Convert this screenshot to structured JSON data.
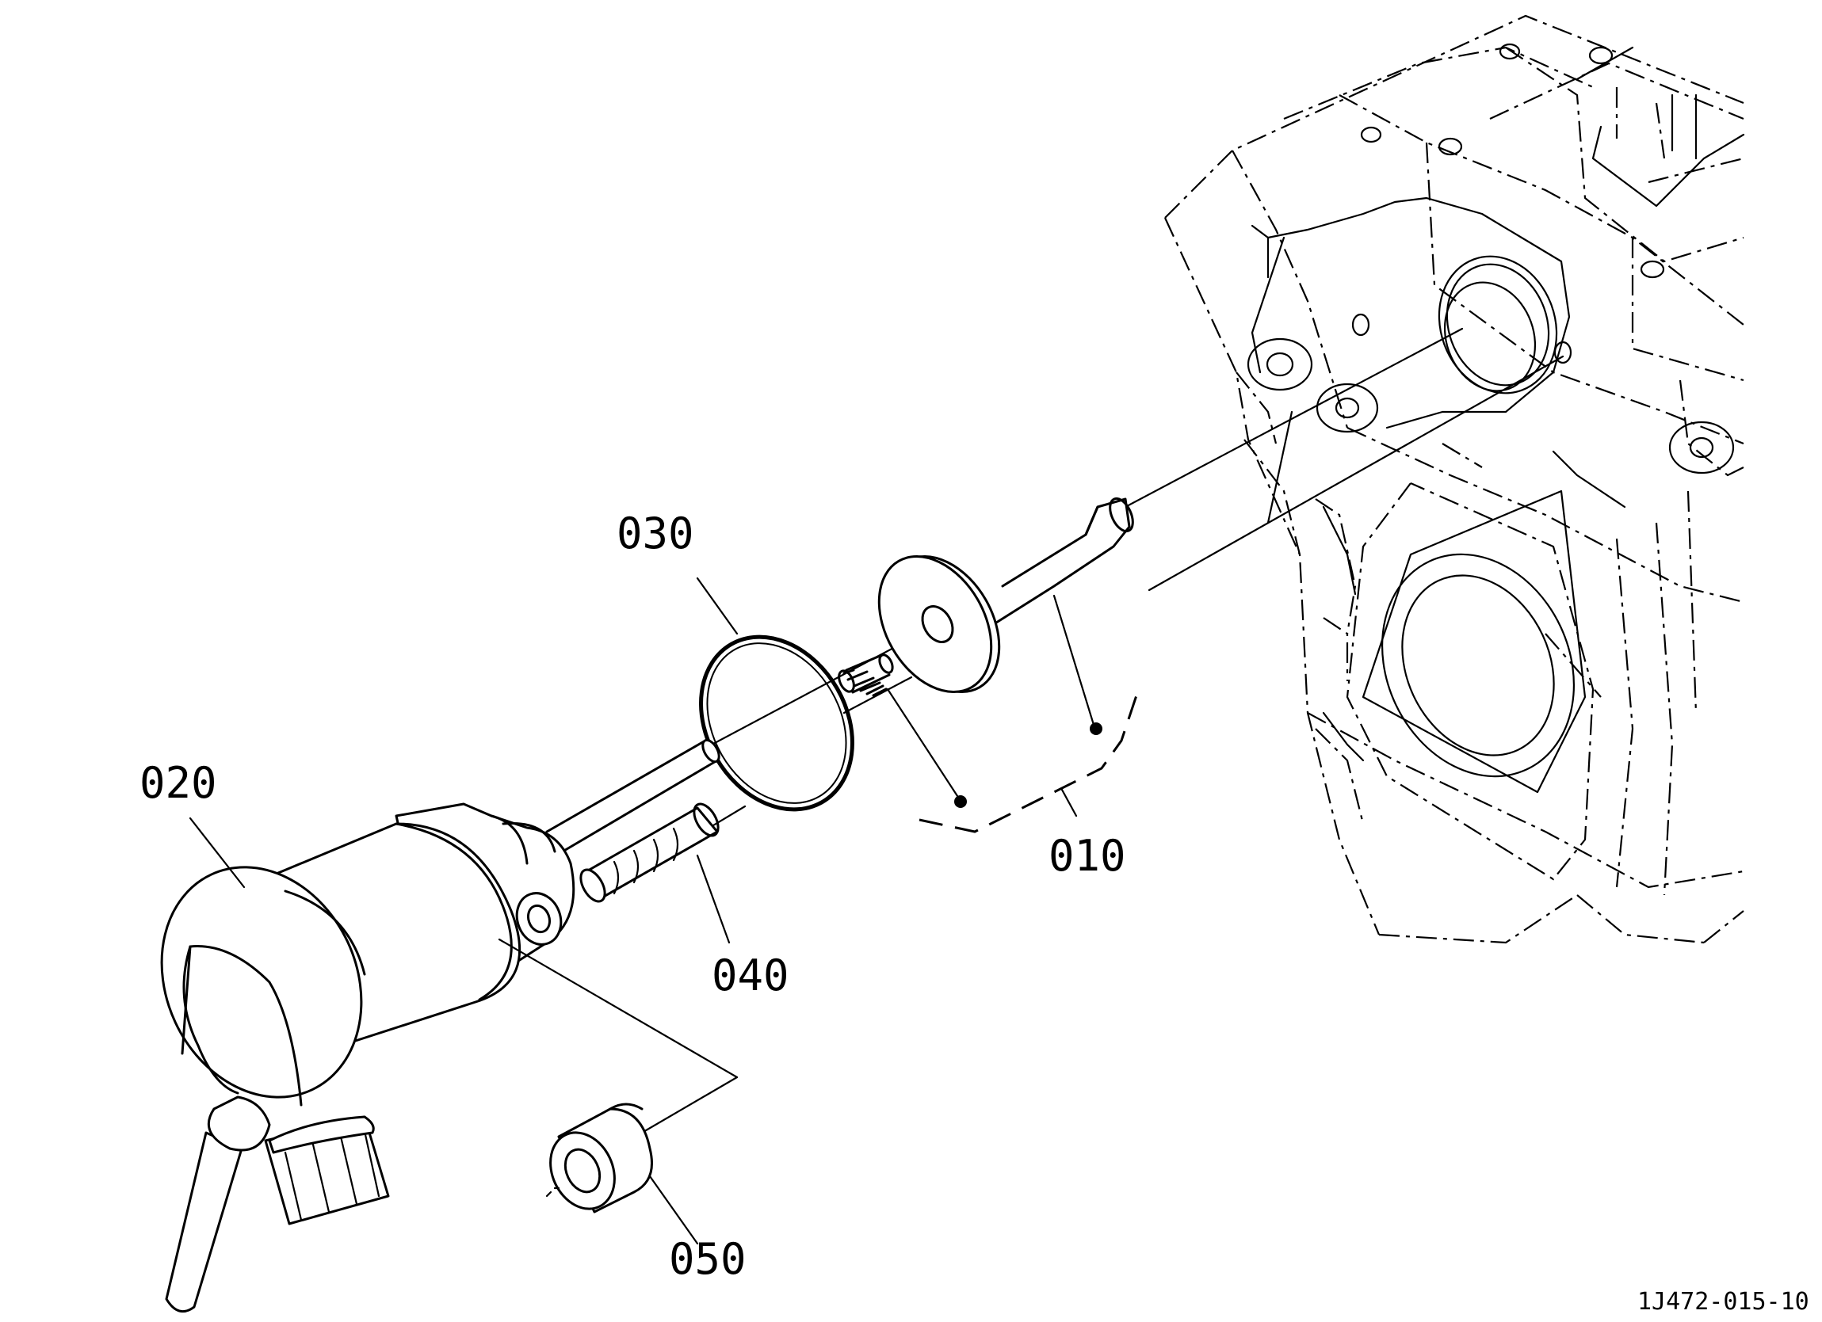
{
  "diagram": {
    "drawing_code": "1J472-015-10",
    "callouts": [
      {
        "id": "010",
        "text": "010"
      },
      {
        "id": "020",
        "text": "020"
      },
      {
        "id": "030",
        "text": "030"
      },
      {
        "id": "040",
        "text": "040"
      },
      {
        "id": "050",
        "text": "050"
      }
    ]
  }
}
